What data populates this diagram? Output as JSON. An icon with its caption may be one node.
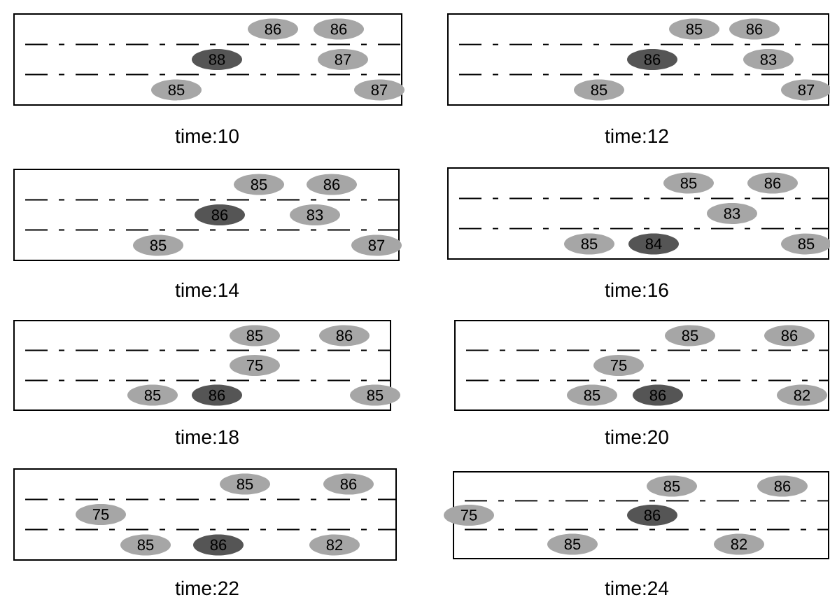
{
  "diagram": {
    "nodes": [
      {
        "text": [
          "time:10"
        ]
      },
      {
        "text": [
          "86"
        ],
        "in": 0
      },
      {
        "text": [
          "86"
        ],
        "in": 0
      },
      {
        "text": [
          "88"
        ],
        "in": 0
      },
      {
        "text": [
          "87"
        ],
        "in": 0
      },
      {
        "text": [
          "85"
        ],
        "in": 0
      },
      {
        "text": [
          "87"
        ],
        "in": 0
      },
      {
        "text": [
          "time:12"
        ]
      },
      {
        "text": [
          "85"
        ],
        "in": 7
      },
      {
        "text": [
          "86"
        ],
        "in": 7
      },
      {
        "text": [
          "86"
        ],
        "in": 7
      },
      {
        "text": [
          "83"
        ],
        "in": 7
      },
      {
        "text": [
          "85"
        ],
        "in": 7
      },
      {
        "text": [
          "87"
        ],
        "in": 7
      },
      {
        "text": [
          "time:14"
        ]
      },
      {
        "text": [
          "85"
        ],
        "in": 14
      },
      {
        "text": [
          "86"
        ],
        "in": 14
      },
      {
        "text": [
          "86"
        ],
        "in": 14
      },
      {
        "text": [
          "83"
        ],
        "in": 14
      },
      {
        "text": [
          "85"
        ],
        "in": 14
      },
      {
        "text": [
          "87"
        ],
        "in": 14
      },
      {
        "text": [
          "time:16"
        ]
      },
      {
        "text": [
          "85"
        ],
        "in": 21
      },
      {
        "text": [
          "86"
        ],
        "in": 21
      },
      {
        "text": [
          "83"
        ],
        "in": 21
      },
      {
        "text": [
          "85"
        ],
        "in": 21
      },
      {
        "text": [
          "84"
        ],
        "in": 21
      },
      {
        "text": [
          "85"
        ],
        "in": 21
      },
      {
        "text": [
          "time:18"
        ]
      },
      {
        "text": [
          "85"
        ],
        "in": 28
      },
      {
        "text": [
          "86"
        ],
        "in": 28
      },
      {
        "text": [
          "75"
        ],
        "in": 28
      },
      {
        "text": [
          "85"
        ],
        "in": 28
      },
      {
        "text": [
          "86"
        ],
        "in": 28
      },
      {
        "text": [
          "85"
        ],
        "in": 28
      },
      {
        "text": [
          "time:20"
        ]
      },
      {
        "text": [
          "85"
        ],
        "in": 35
      },
      {
        "text": [
          "86"
        ],
        "in": 35
      },
      {
        "text": [
          "75"
        ],
        "in": 35
      },
      {
        "text": [
          "85"
        ],
        "in": 35
      },
      {
        "text": [
          "86"
        ],
        "in": 35
      },
      {
        "text": [
          "82"
        ],
        "in": 35
      },
      {
        "text": [
          "time:22"
        ]
      },
      {
        "text": [
          "85"
        ],
        "in": 42
      },
      {
        "text": [
          "86"
        ],
        "in": 42
      },
      {
        "text": [
          "75"
        ],
        "in": 42
      },
      {
        "text": [
          "85"
        ],
        "in": 42
      },
      {
        "text": [
          "86"
        ],
        "in": 42
      },
      {
        "text": [
          "82"
        ],
        "in": 42
      },
      {
        "text": [
          "time:24"
        ]
      },
      {
        "text": [
          "85"
        ],
        "in": 49
      },
      {
        "text": [
          "86"
        ],
        "in": 49
      },
      {
        "text": [
          "75"
        ],
        "in": 49
      },
      {
        "text": [
          "86"
        ],
        "in": 49
      },
      {
        "text": [
          "85"
        ],
        "in": 49
      },
      {
        "text": [
          "82"
        ],
        "in": 49
      }
    ]
  }
}
